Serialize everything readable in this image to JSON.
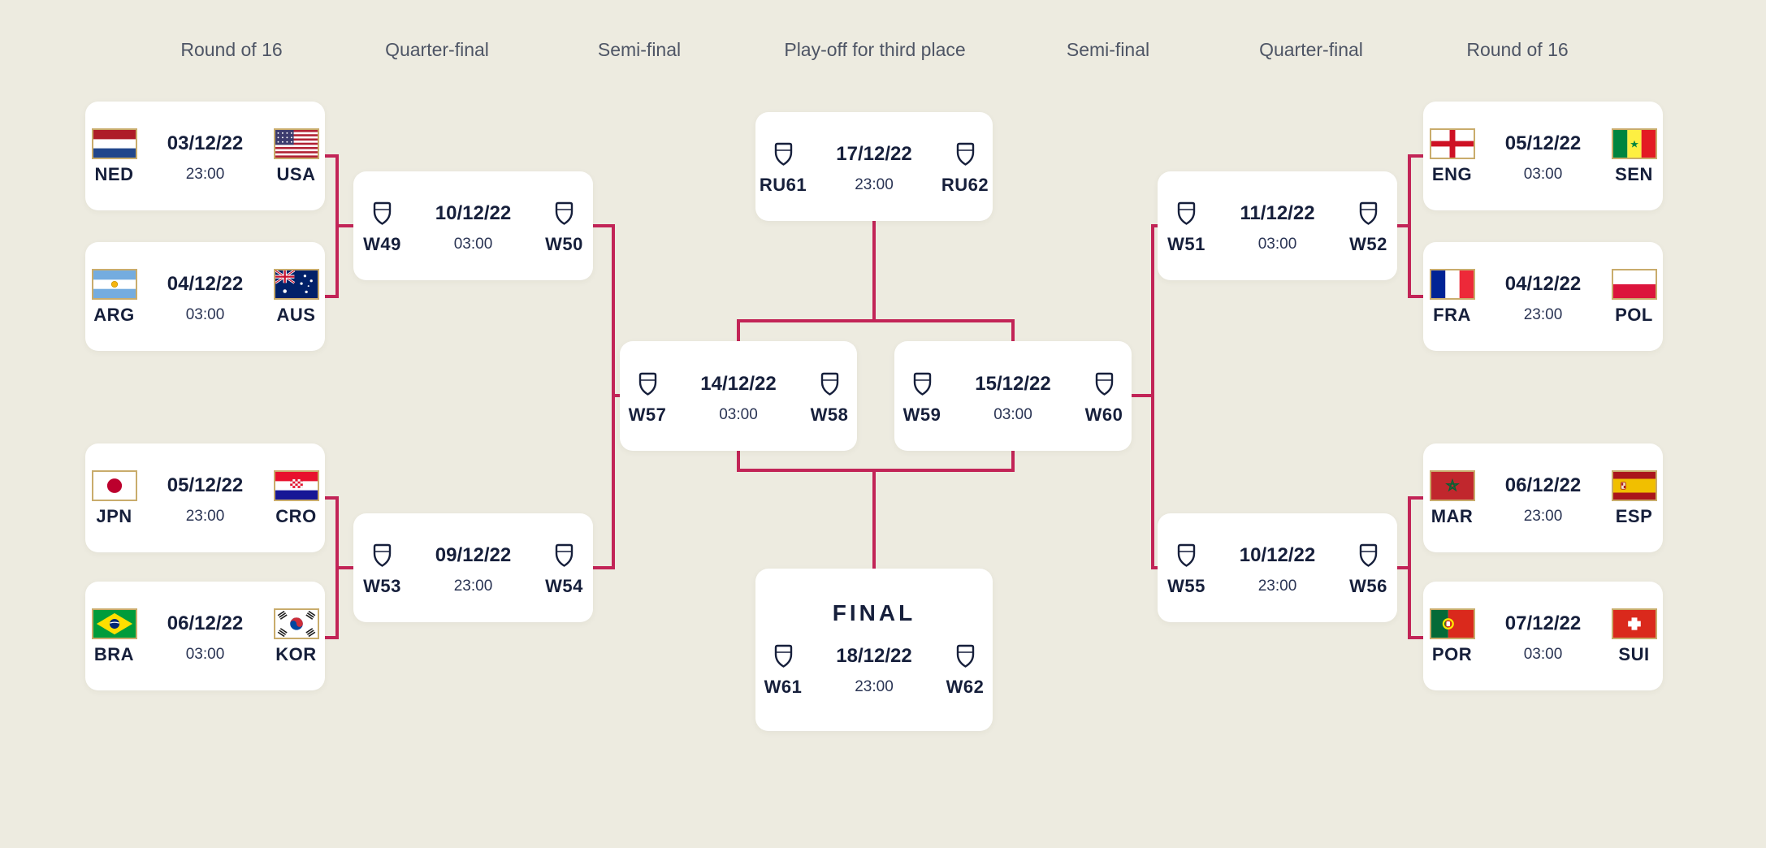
{
  "theme": {
    "background": "#EDEBE0",
    "card": "#FFFFFF",
    "connector": "#C22457",
    "text_primary": "#161F3B",
    "text_time": "#2A3454",
    "text_header": "#4E5565",
    "flag_border": "#C9AC6C"
  },
  "column_headers": [
    "Round of 16",
    "Quarter-final",
    "Semi-final",
    "Play-off for third place",
    "Semi-final",
    "Quarter-final",
    "Round of 16"
  ],
  "matches": [
    {
      "home": {
        "label": "NED",
        "flag": "ned"
      },
      "away": {
        "label": "USA",
        "flag": "usa"
      },
      "date": "03/12/22",
      "time": "23:00"
    },
    {
      "home": {
        "label": "ARG",
        "flag": "arg"
      },
      "away": {
        "label": "AUS",
        "flag": "aus"
      },
      "date": "04/12/22",
      "time": "03:00"
    },
    {
      "home": {
        "label": "JPN",
        "flag": "jpn"
      },
      "away": {
        "label": "CRO",
        "flag": "cro"
      },
      "date": "05/12/22",
      "time": "23:00"
    },
    {
      "home": {
        "label": "BRA",
        "flag": "bra"
      },
      "away": {
        "label": "KOR",
        "flag": "kor"
      },
      "date": "06/12/22",
      "time": "03:00"
    },
    {
      "home": {
        "label": "ENG",
        "flag": "eng"
      },
      "away": {
        "label": "SEN",
        "flag": "sen"
      },
      "date": "05/12/22",
      "time": "03:00"
    },
    {
      "home": {
        "label": "FRA",
        "flag": "fra"
      },
      "away": {
        "label": "POL",
        "flag": "pol"
      },
      "date": "04/12/22",
      "time": "23:00"
    },
    {
      "home": {
        "label": "MAR",
        "flag": "mar"
      },
      "away": {
        "label": "ESP",
        "flag": "esp"
      },
      "date": "06/12/22",
      "time": "23:00"
    },
    {
      "home": {
        "label": "POR",
        "flag": "por"
      },
      "away": {
        "label": "SUI",
        "flag": "sui"
      },
      "date": "07/12/22",
      "time": "03:00"
    },
    {
      "home": {
        "label": "W49",
        "icon": "shield"
      },
      "away": {
        "label": "W50",
        "icon": "shield"
      },
      "date": "10/12/22",
      "time": "03:00"
    },
    {
      "home": {
        "label": "W53",
        "icon": "shield"
      },
      "away": {
        "label": "W54",
        "icon": "shield"
      },
      "date": "09/12/22",
      "time": "23:00"
    },
    {
      "home": {
        "label": "W51",
        "icon": "shield"
      },
      "away": {
        "label": "W52",
        "icon": "shield"
      },
      "date": "11/12/22",
      "time": "03:00"
    },
    {
      "home": {
        "label": "W55",
        "icon": "shield"
      },
      "away": {
        "label": "W56",
        "icon": "shield"
      },
      "date": "10/12/22",
      "time": "23:00"
    },
    {
      "home": {
        "label": "W57",
        "icon": "shield"
      },
      "away": {
        "label": "W58",
        "icon": "shield"
      },
      "date": "14/12/22",
      "time": "03:00"
    },
    {
      "home": {
        "label": "W59",
        "icon": "shield"
      },
      "away": {
        "label": "W60",
        "icon": "shield"
      },
      "date": "15/12/22",
      "time": "03:00"
    },
    {
      "home": {
        "label": "RU61",
        "icon": "shield"
      },
      "away": {
        "label": "RU62",
        "icon": "shield"
      },
      "date": "17/12/22",
      "time": "23:00"
    },
    {
      "title": "FINAL",
      "home": {
        "label": "W61",
        "icon": "shield"
      },
      "away": {
        "label": "W62",
        "icon": "shield"
      },
      "date": "18/12/22",
      "time": "23:00"
    }
  ]
}
